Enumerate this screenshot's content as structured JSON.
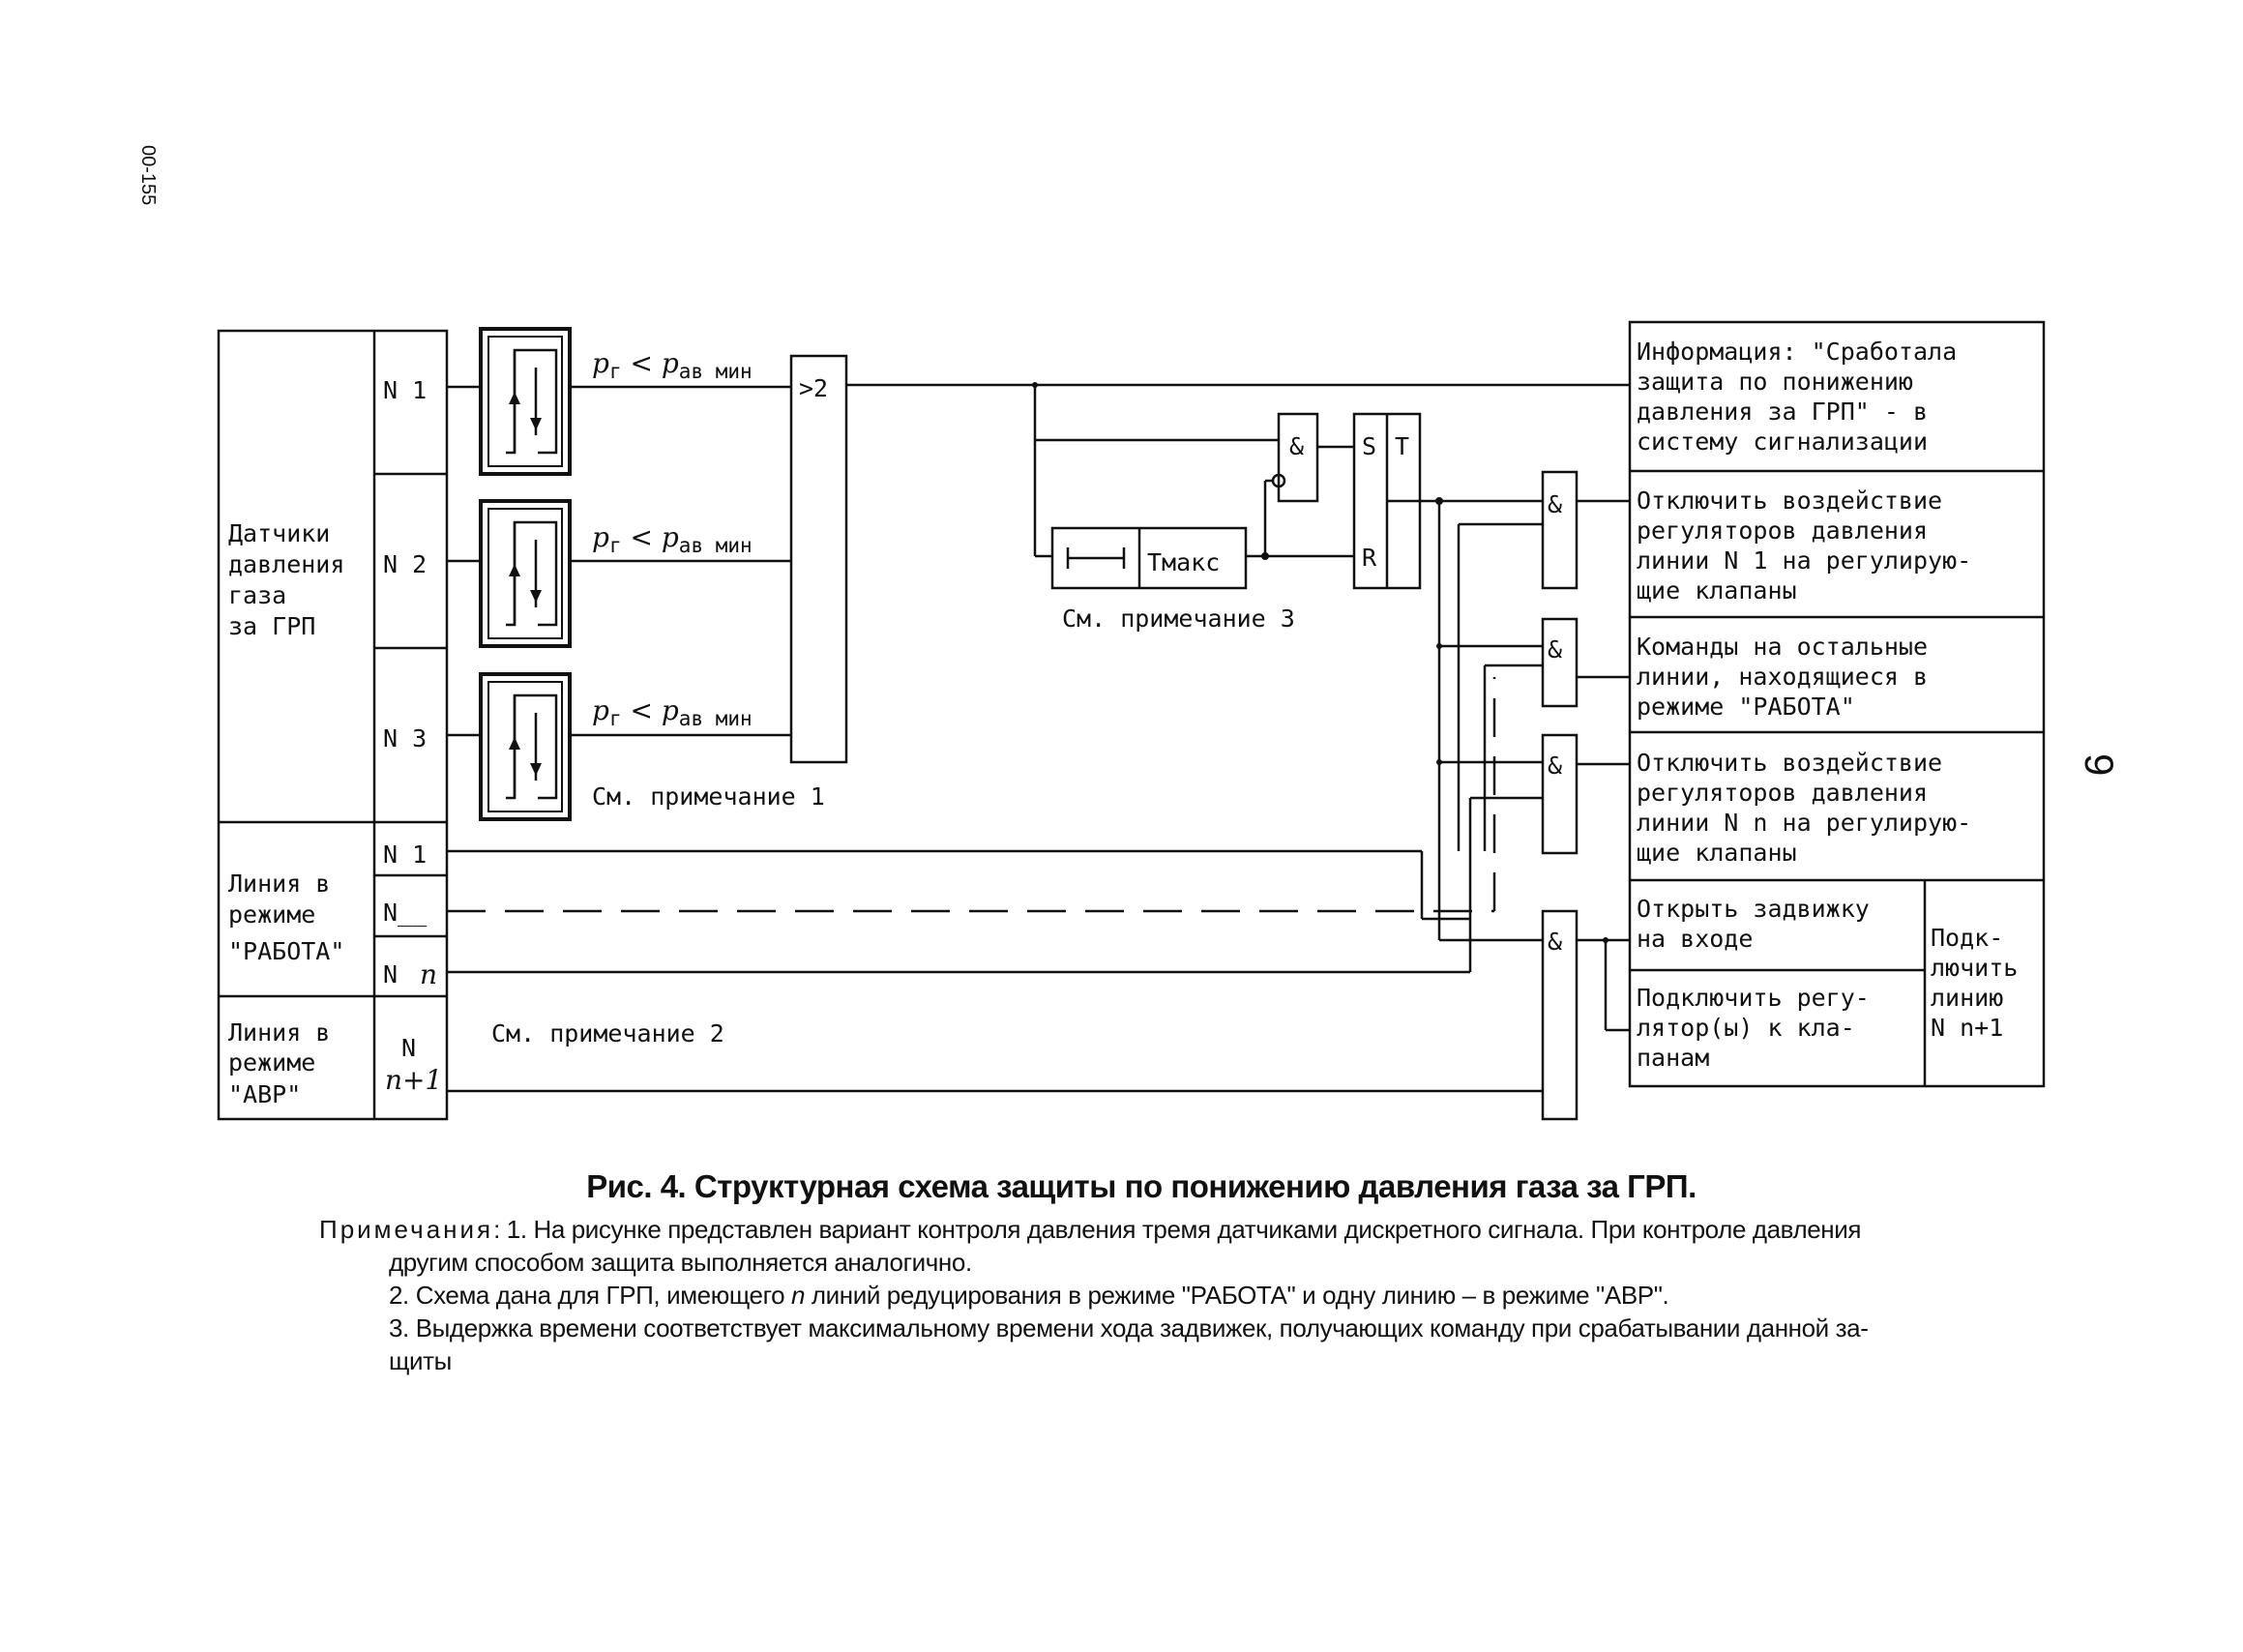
{
  "side_code": "00-155",
  "page_number": "9",
  "sensors_group": {
    "lines": [
      "Датчики",
      "давления",
      "газа",
      "за ГРП"
    ]
  },
  "sensor_ids": [
    "N 1",
    "N 2",
    "N 3"
  ],
  "work_group": {
    "lines": [
      "Линия в",
      "режиме",
      "\"РАБОТА\""
    ]
  },
  "work_ids": [
    "N 1",
    "N__",
    "N"
  ],
  "work_id_italic": "n",
  "avr_group": {
    "lines": [
      "Линия в",
      "режиме",
      "\"АВР\""
    ]
  },
  "avr_id": [
    "N",
    "n+1"
  ],
  "condition": {
    "p": "p",
    "sub_g": "г",
    "lt": " < ",
    "sub_av": "ав мин"
  },
  "gate_or": ">2",
  "gate_and": "&",
  "trigger": {
    "s": "S",
    "r": "R",
    "t": "T"
  },
  "timer_label": "Tмакс",
  "note_refs": {
    "n1": "См. примечание 1",
    "n2": "См. примечание 2",
    "n3": "См. примечание 3"
  },
  "outputs": {
    "info": [
      "Информация: \"Сработала",
      "защита по понижению",
      "давления за ГРП\" - в",
      "систему сигнализации"
    ],
    "off1": [
      "Отключить воздействие",
      "регуляторов давления",
      "линии N 1 на регулирую-",
      "щие клапаны"
    ],
    "cmds": [
      "Команды на остальные",
      "линии, находящиеся  в",
      "режиме  \"РАБОТА\""
    ],
    "offn": [
      "Отключить воздействие",
      "регуляторов давления",
      "линии N n на регулирую-",
      "щие клапаны"
    ],
    "open": [
      "Открыть задвижку",
      "на входе"
    ],
    "connect": [
      "Подключить регу-",
      "лятор(ы) к кла-",
      "панам"
    ],
    "connect_line": [
      "Подк-",
      "лючить",
      "линию",
      "N n+1"
    ]
  },
  "caption": {
    "title": "Рис. 4. Структурная схема защиты по понижению давления газа за ГРП.",
    "notes_label": "Примечания",
    "note1_a": ": 1. На рисунке представлен вариант контроля давления тремя датчиками дискретного сигнала. При контроле давления",
    "note1_b": "другим способом защита выполняется аналогично.",
    "note2_a": "2. Схема дана для ГРП, имеющего ",
    "note2_n": "n",
    "note2_b": " линий редуцирования в режиме \"РАБОТА\" и одну линию – в режиме \"АВР\".",
    "note3_a": "3. Выдержка времени соответствует максимальному времени хода задвижек, получающих команду при срабатывании данной за-",
    "note3_b": "щиты"
  }
}
